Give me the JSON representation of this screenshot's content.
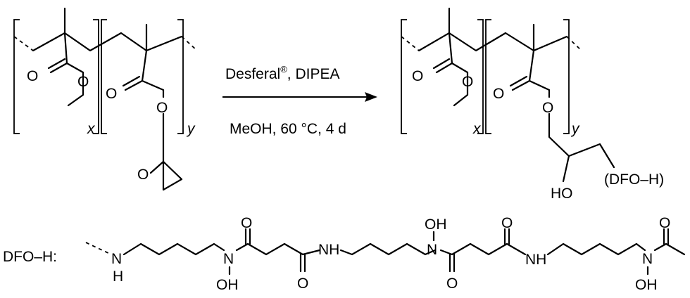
{
  "reaction": {
    "reagents": "Desferal",
    "reagents_sup": "®",
    "reagents_tail": ", DIPEA",
    "conditions": "MeOH, 60 °C, 4 d"
  },
  "reactant": {
    "o_ester1_carbonyl": "O",
    "o_ester1_ether": "O",
    "o_ester2_carbonyl": "O",
    "o_ester2_ether": "O",
    "o_epoxide": "O",
    "subscript_x": "x",
    "subscript_y": "y"
  },
  "product": {
    "o_ester1_carbonyl": "O",
    "o_ester1_ether": "O",
    "o_ester2_carbonyl": "O",
    "o_ester2_ether": "O",
    "hydroxyl": "HO",
    "dfo_group": "(DFO–H)",
    "subscript_x": "x",
    "subscript_y": "y"
  },
  "dfo": {
    "label": "DFO–H:",
    "amine_n": "N",
    "amine_h": "H",
    "n1": "N",
    "oh1": "OH",
    "o1": "O",
    "o2": "O",
    "nh1": "NH",
    "n2": "N",
    "oh2": "OH",
    "o3": "O",
    "o4": "O",
    "nh2": "NH",
    "n3": "N",
    "oh3": "OH",
    "o5": "O"
  }
}
